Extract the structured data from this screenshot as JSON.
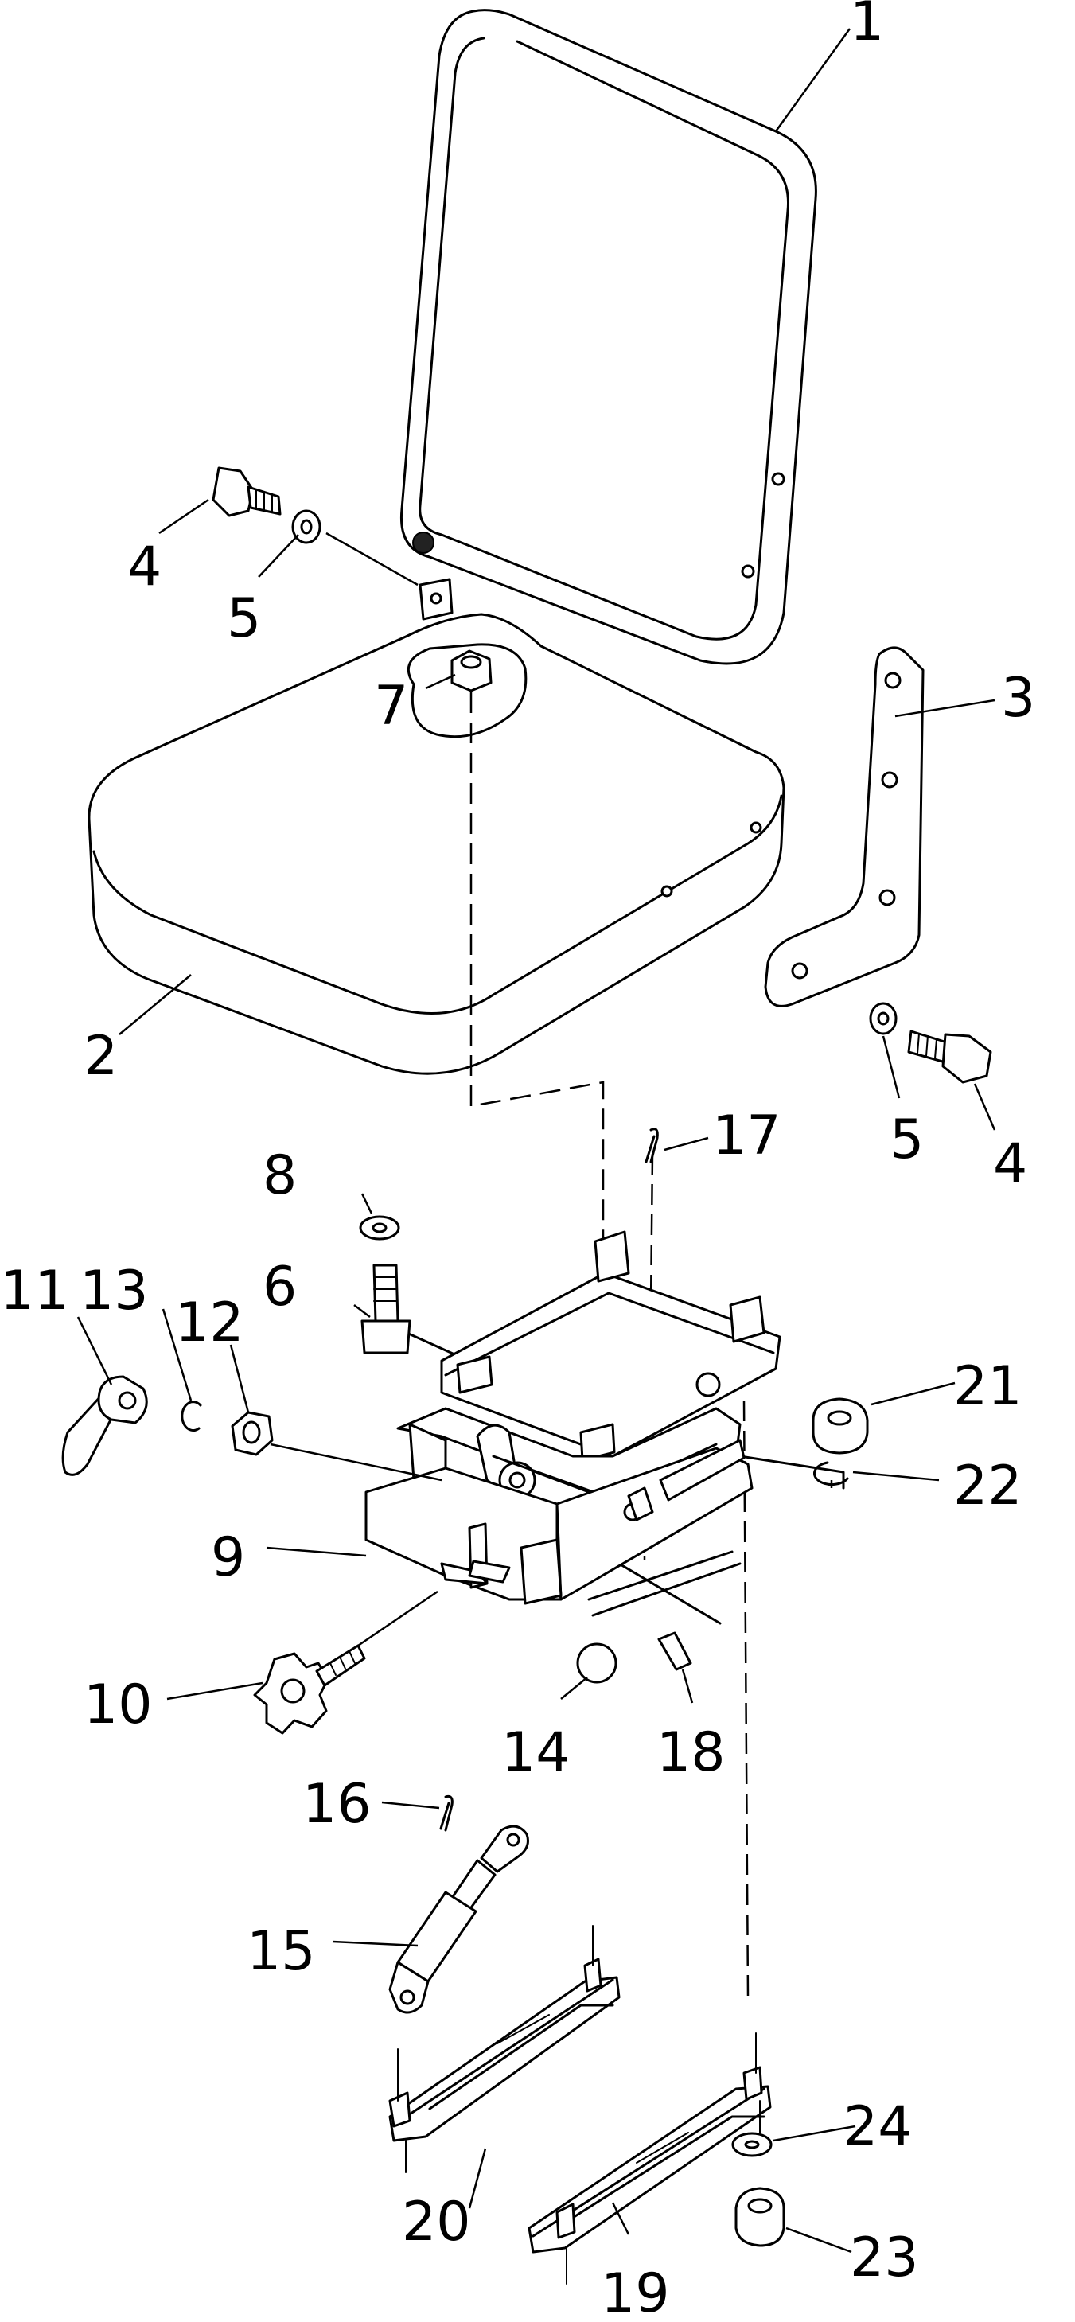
{
  "diagram": {
    "type": "exploded-parts-view",
    "callouts": [
      {
        "id": "c1",
        "label": "1"
      },
      {
        "id": "c2",
        "label": "2"
      },
      {
        "id": "c3",
        "label": "3"
      },
      {
        "id": "c4a",
        "label": "4"
      },
      {
        "id": "c4b",
        "label": "4"
      },
      {
        "id": "c5a",
        "label": "5"
      },
      {
        "id": "c5b",
        "label": "5"
      },
      {
        "id": "c6",
        "label": "6"
      },
      {
        "id": "c7",
        "label": "7"
      },
      {
        "id": "c8",
        "label": "8"
      },
      {
        "id": "c9",
        "label": "9"
      },
      {
        "id": "c10",
        "label": "10"
      },
      {
        "id": "c11",
        "label": "11"
      },
      {
        "id": "c12",
        "label": "12"
      },
      {
        "id": "c13",
        "label": "13"
      },
      {
        "id": "c14",
        "label": "14"
      },
      {
        "id": "c15",
        "label": "15"
      },
      {
        "id": "c16",
        "label": "16"
      },
      {
        "id": "c17",
        "label": "17"
      },
      {
        "id": "c18",
        "label": "18"
      },
      {
        "id": "c19",
        "label": "19"
      },
      {
        "id": "c20",
        "label": "20"
      },
      {
        "id": "c21",
        "label": "21"
      },
      {
        "id": "c22",
        "label": "22"
      },
      {
        "id": "c23",
        "label": "23"
      },
      {
        "id": "c24",
        "label": "24"
      }
    ]
  }
}
